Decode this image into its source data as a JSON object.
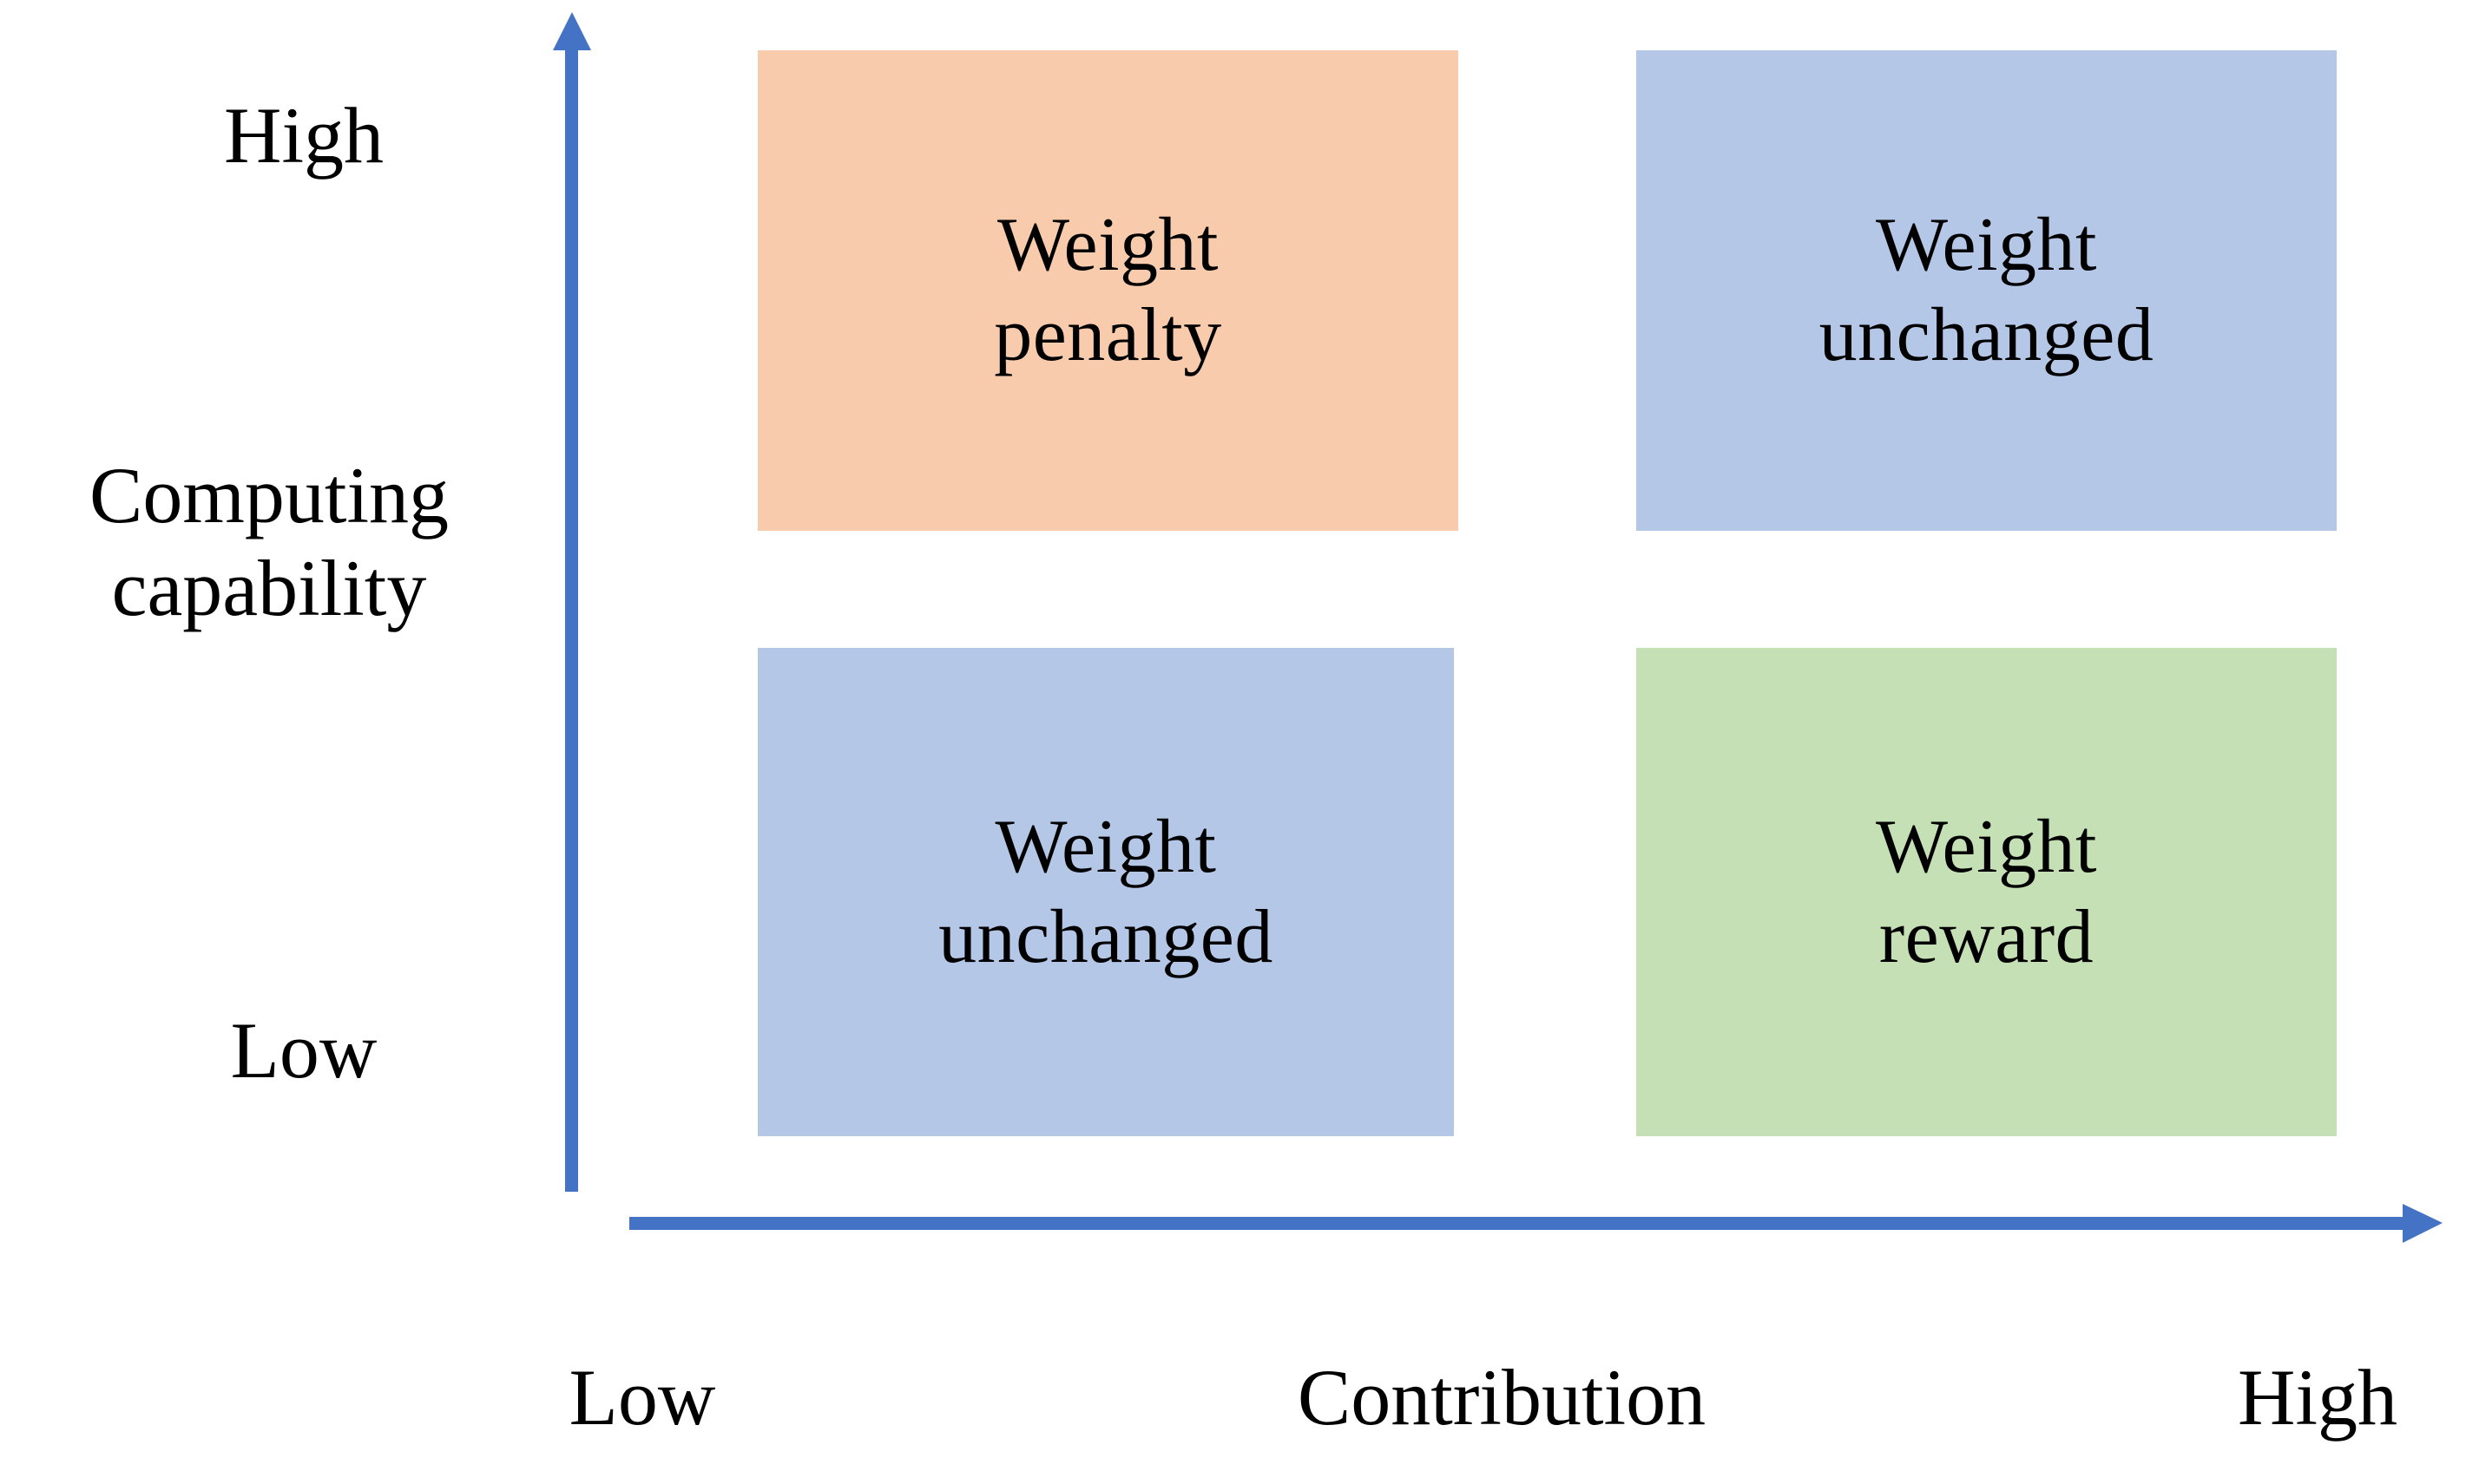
{
  "chart_data": {
    "type": "table",
    "title": "",
    "xlabel": "Contribution",
    "ylabel": "Computing capability",
    "x_ticks": [
      "Low",
      "High"
    ],
    "y_ticks": [
      "Low",
      "High"
    ],
    "grid": false,
    "legend": "none",
    "categories": [
      "Low contribution",
      "High contribution"
    ],
    "rows": [
      "High computing capability",
      "Low computing capability"
    ],
    "cells": [
      {
        "row": "High computing capability",
        "col": "Low contribution",
        "label": "Weight penalty",
        "color": "#F8CBAD"
      },
      {
        "row": "High computing capability",
        "col": "High contribution",
        "label": "Weight unchanged",
        "color": "#B4C7E7"
      },
      {
        "row": "Low computing capability",
        "col": "Low contribution",
        "label": "Weight unchanged",
        "color": "#B4C7E7"
      },
      {
        "row": "Low computing capability",
        "col": "High contribution",
        "label": "Weight reward",
        "color": "#C5E0B4"
      }
    ]
  },
  "colors": {
    "axis": "#4472C4",
    "orange": "#F8CBAD",
    "blue": "#B4C7E7",
    "green": "#C5E0B4",
    "text": "#000000",
    "background": "#FFFFFF"
  },
  "y_axis": {
    "title_line1": "Computing",
    "title_line2": "capability",
    "tick_high": "High",
    "tick_low": "Low"
  },
  "x_axis": {
    "title": "Contribution",
    "tick_low": "Low",
    "tick_high": "High"
  },
  "quadrants": {
    "top_left": {
      "line1": "Weight",
      "line2": "penalty"
    },
    "top_right": {
      "line1": "Weight",
      "line2": "unchanged"
    },
    "bottom_left": {
      "line1": "Weight",
      "line2": "unchanged"
    },
    "bottom_right": {
      "line1": "Weight",
      "line2": "reward"
    }
  }
}
